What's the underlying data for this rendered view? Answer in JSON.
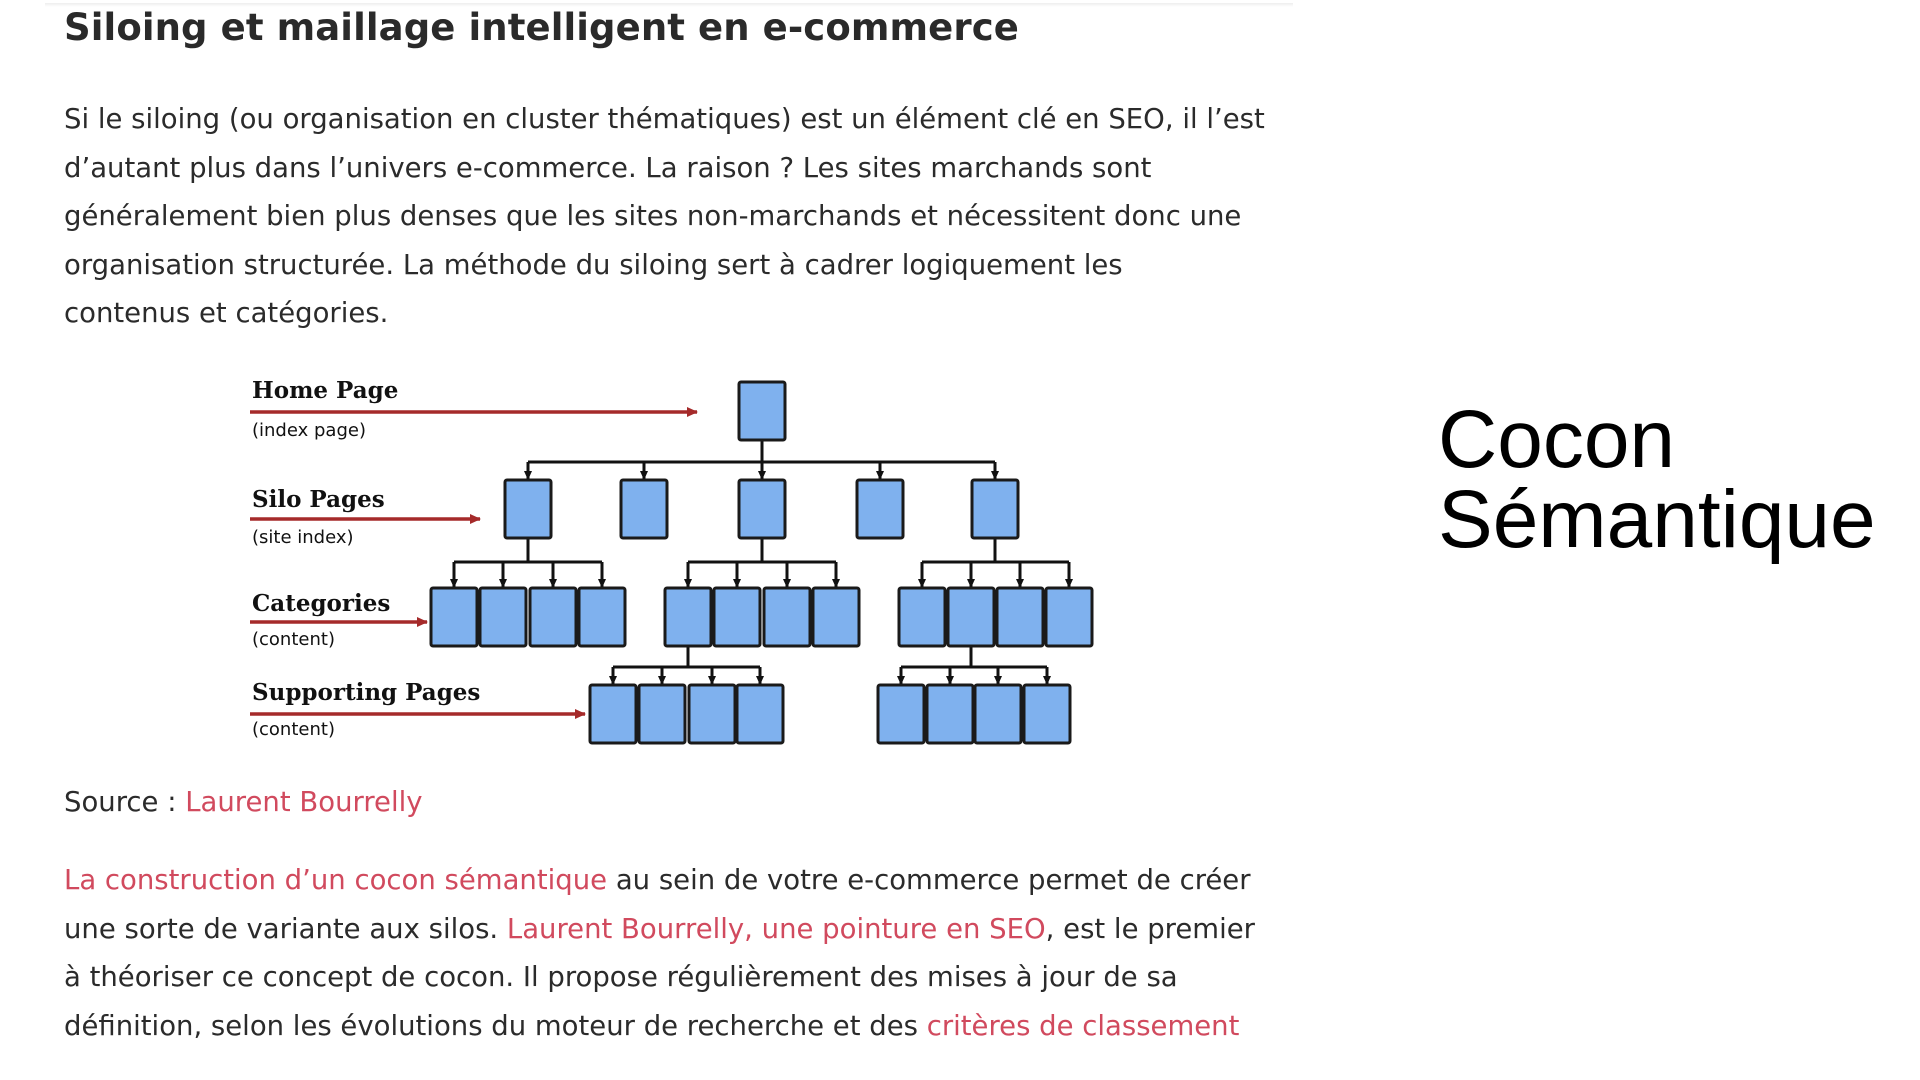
{
  "article": {
    "title": "Siloing et maillage intelligent en e-commerce",
    "intro_lines": [
      "Si le siloing (ou organisation en cluster thématiques) est un élément clé en SEO, il l’est",
      "d’autant plus dans l’univers e-commerce. La raison ? Les sites marchands sont",
      "généralement bien plus denses que les sites non-marchands et nécessitent donc une",
      "organisation structurée. La méthode du siloing sert à cadrer logiquement les",
      "contenus et catégories."
    ],
    "source_label": "Source : ",
    "source_link": "Laurent Bourrelly",
    "para2": {
      "line1_link": "La construction d’un cocon sémantique",
      "line1_text": " au sein de votre e-commerce permet de créer",
      "line2_text": "une sorte de variante aux silos. ",
      "line2_link": "Laurent Bourrelly, une pointure en SEO",
      "line2_after": ", est le premier",
      "line3_text": "à théoriser ce concept de cocon. Il propose régulièrement des mises à jour de sa",
      "line4_text": "définition, selon les évolutions du moteur de recherche et des ",
      "line4_link": "critères de classement"
    }
  },
  "diagram": {
    "levels": [
      {
        "label": "Home Page",
        "sub": "(index page)"
      },
      {
        "label": "Silo Pages",
        "sub": "(site index)"
      },
      {
        "label": "Categories",
        "sub": "(content)"
      },
      {
        "label": "Supporting Pages",
        "sub": "(content)"
      }
    ],
    "colors": {
      "node_fill": "#7fb1ee",
      "node_stroke": "#1a1a1a",
      "arrow": "#a52a2a",
      "connector": "#111111"
    }
  },
  "side_title": {
    "line1": "Cocon",
    "line2": "Sémantique"
  },
  "colors": {
    "text": "#2b2b2b",
    "link": "#d14a5e",
    "title": "#2a2a2a"
  }
}
